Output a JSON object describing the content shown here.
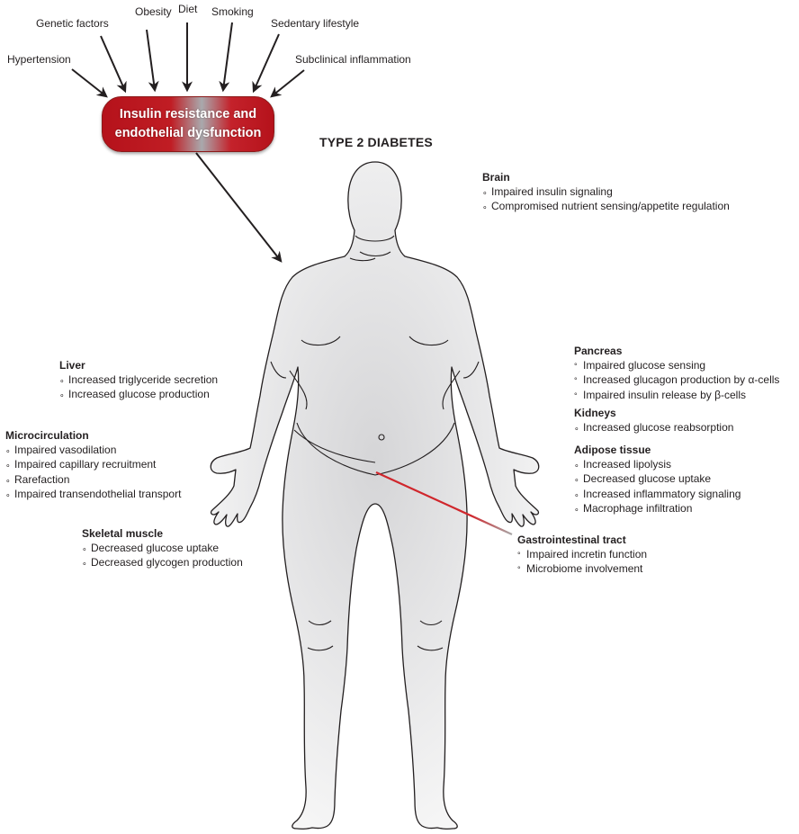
{
  "title": "TYPE 2 DIABETES",
  "central": {
    "line1": "Insulin resistance and",
    "line2": "endothelial dysfunction"
  },
  "factors": {
    "hypertension": "Hypertension",
    "genetic": "Genetic factors",
    "obesity": "Obesity",
    "diet": "Diet",
    "smoking": "Smoking",
    "sedentary": "Sedentary lifestyle",
    "inflammation": "Subclinical inflammation"
  },
  "organs": {
    "brain": {
      "title": "Brain",
      "items": [
        "Impaired insulin signaling",
        "Compromised nutrient sensing/appetite regulation"
      ]
    },
    "pancreas": {
      "title": "Pancreas",
      "items": [
        "Impaired glucose sensing",
        "Increased glucagon production by α-cells",
        "Impaired insulin release by β-cells"
      ]
    },
    "kidneys": {
      "title": "Kidneys",
      "items": [
        "Increased glucose reabsorption"
      ]
    },
    "adipose": {
      "title": "Adipose tissue",
      "items": [
        "Increased lipolysis",
        "Decreased glucose uptake",
        "Increased inflammatory signaling",
        "Macrophage infiltration"
      ]
    },
    "gi": {
      "title": "Gastrointestinal tract",
      "items": [
        "Impaired incretin function",
        "Microbiome involvement"
      ]
    },
    "liver": {
      "title": "Liver",
      "items": [
        "Increased triglyceride secretion",
        "Increased glucose production"
      ]
    },
    "micro": {
      "title": "Microcirculation",
      "items": [
        "Impaired vasodilation",
        "Impaired capillary recruitment",
        "Rarefaction",
        "Impaired transendothelial transport"
      ]
    },
    "muscle": {
      "title": "Skeletal muscle",
      "items": [
        "Decreased glucose uptake",
        "Decreased glycogen production"
      ]
    }
  },
  "bullet_open": "∘",
  "bullet_deg": "°",
  "colors": {
    "red": "#d0262c",
    "grey": "#9a9a9a",
    "body_fill": "#ececed",
    "outline": "#231f20"
  }
}
